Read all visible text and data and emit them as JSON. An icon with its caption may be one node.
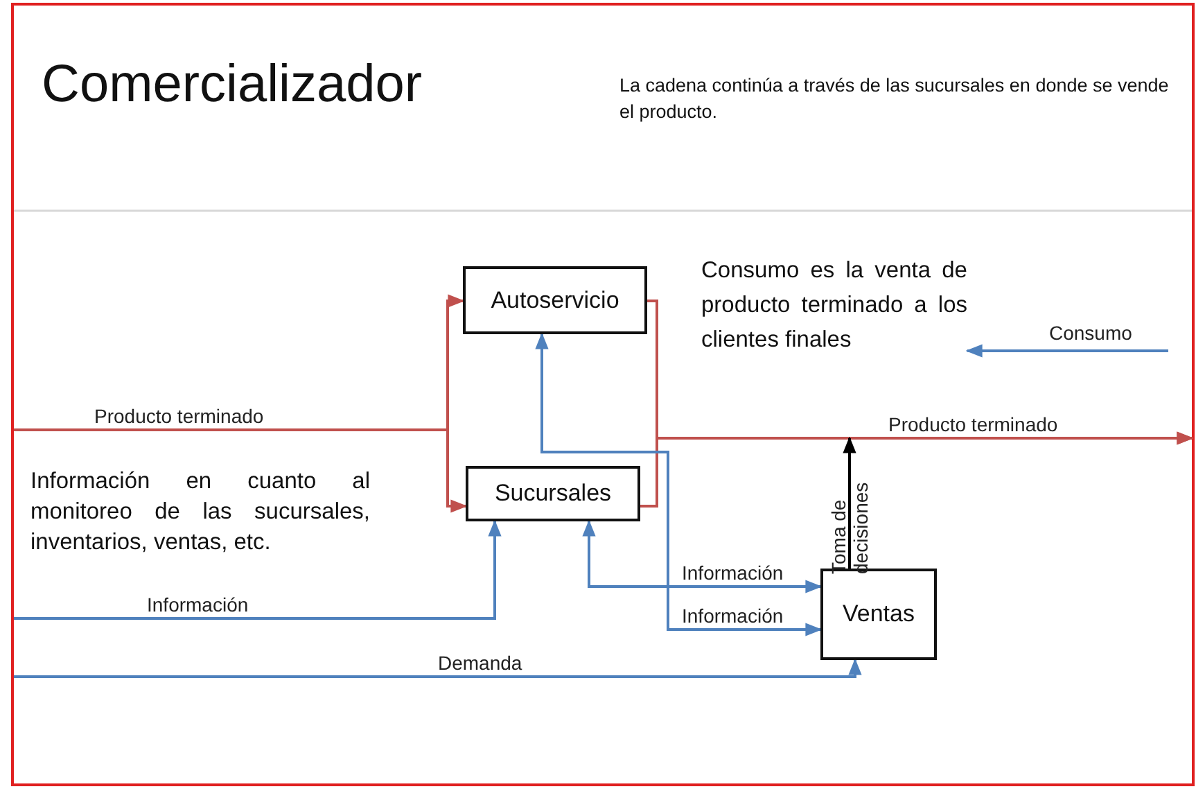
{
  "diagram": {
    "title": "Comercializador",
    "nodes": [
      {
        "text": [
          "Autoservicio"
        ]
      },
      {
        "text": [
          "Sucursales"
        ]
      },
      {
        "text": [
          "Ventas"
        ]
      },
      {
        "text": [
          "Consumo es la venta de producto terminado a los clientes finales"
        ]
      }
    ],
    "edges": [
      {
        "from": null,
        "to": 0,
        "arrow": "to",
        "label": "Producto terminado",
        "color": "#c0504d"
      },
      {
        "from": null,
        "to": 1,
        "arrow": "to",
        "color": "#c0504d"
      },
      {
        "from": 0,
        "to": null,
        "arrow": "to",
        "label": "Producto terminado",
        "color": "#c0504d"
      },
      {
        "from": 1,
        "to": null,
        "arrow": "to",
        "color": "#c0504d"
      },
      {
        "from": null,
        "to": 1,
        "arrow": "to",
        "label": "Información"
      },
      {
        "from": 1,
        "to": 2,
        "arrow": "both",
        "label": "Información"
      },
      {
        "from": 0,
        "to": 2,
        "arrow": "both",
        "label": "Información"
      },
      {
        "from": null,
        "to": 2,
        "arrow": "to",
        "label": "Demanda"
      },
      {
        "from": null,
        "to": 3,
        "arrow": "to",
        "label": "Consumo"
      },
      {
        "from": 2,
        "to": null,
        "arrow": "to",
        "label": "Toma de decisiones",
        "color": "#000000"
      }
    ],
    "labels": [
      "La cadena continúa a través de las sucursales en donde se vende el producto.",
      "Información en cuanto al monitoreo de las sucursales, inventarios, ventas, etc."
    ]
  }
}
